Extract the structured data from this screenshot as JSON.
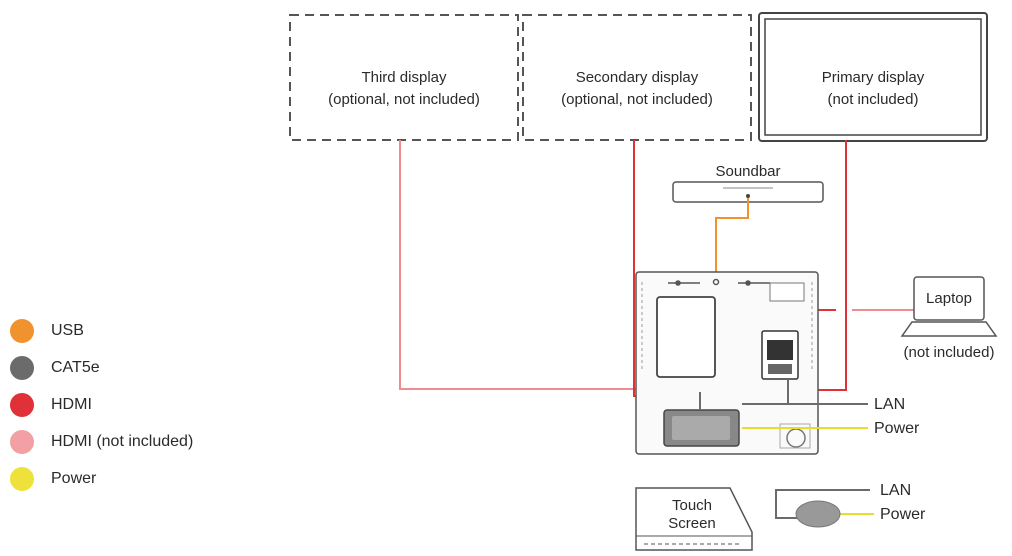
{
  "displays": {
    "third": {
      "line1": "Third display",
      "line2": "(optional, not included)"
    },
    "secondary": {
      "line1": "Secondary display",
      "line2": "(optional, not included)"
    },
    "primary": {
      "line1": "Primary display",
      "line2": "(not included)"
    }
  },
  "soundbar": {
    "label": "Soundbar"
  },
  "laptop": {
    "label": "Laptop",
    "note": "(not included)"
  },
  "control_box": {
    "lan": "LAN",
    "power": "Power"
  },
  "touch_screen": {
    "line1": "Touch",
    "line2": "Screen",
    "lan": "LAN",
    "power": "Power"
  },
  "legend": [
    {
      "label": "USB",
      "color": "#f0922e"
    },
    {
      "label": "CAT5e",
      "color": "#6b6b6b"
    },
    {
      "label": "HDMI",
      "color": "#e03038"
    },
    {
      "label": "HDMI (not included)",
      "color": "#f2a0a4"
    },
    {
      "label": "Power",
      "color": "#eee23a"
    }
  ],
  "colors": {
    "usb": "#f0922e",
    "cat5e": "#6b6b6b",
    "hdmi": "#e03038",
    "hdmi_not_included": "#f08b90",
    "power": "#e8dc2e",
    "outline": "#444444"
  }
}
